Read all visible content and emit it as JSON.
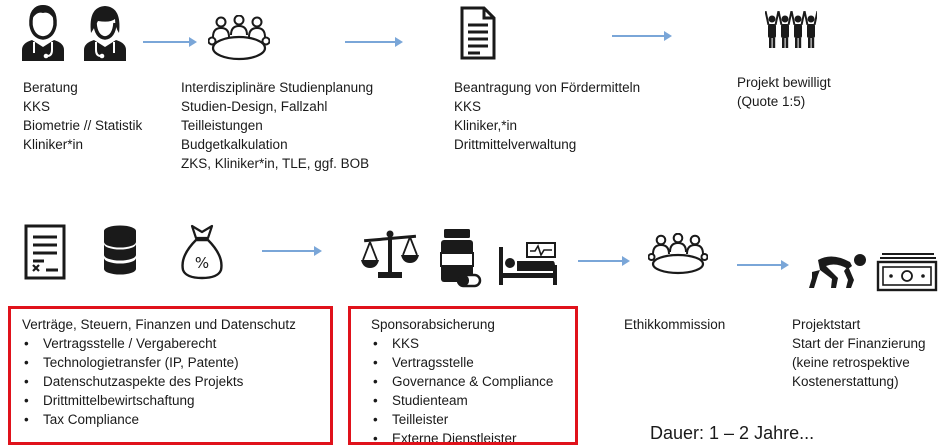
{
  "row1": {
    "beratung": {
      "lines": [
        "Beratung",
        "KKS",
        "Biometrie // Statistik",
        "Kliniker*in"
      ]
    },
    "planung": {
      "lines": [
        "Interdisziplinäre Studienplanung",
        "Studien-Design, Fallzahl",
        "Teilleistungen",
        "Budgetkalkulation",
        "ZKS, Kliniker*in, TLE, ggf. BOB"
      ]
    },
    "antrag": {
      "lines": [
        "Beantragung von Fördermitteln",
        "KKS",
        "Kliniker,*in",
        "Drittmittelverwaltung"
      ]
    },
    "bewilligt": {
      "lines": [
        "Projekt bewilligt",
        "(Quote 1:5)"
      ]
    }
  },
  "row2": {
    "vertraege": {
      "heading": "Verträge, Steuern, Finanzen und Datenschutz",
      "items": [
        "Vertragsstelle / Vergaberecht",
        "Technologietransfer (IP, Patente)",
        "Datenschutzaspekte des Projekts",
        "Drittmittelbewirtschaftung",
        "Tax Compliance"
      ]
    },
    "sponsor": {
      "heading": "Sponsorabsicherung",
      "items": [
        "KKS",
        "Vertragsstelle",
        "Governance & Compliance",
        "Studienteam",
        "Teilleister",
        "Externe Dienstleister"
      ]
    },
    "ethik": {
      "label": "Ethikkommission"
    },
    "start": {
      "lines": [
        "Projektstart",
        "Start der Finanzierung",
        "(keine retrospektive",
        "Kostenerstattung)"
      ]
    }
  },
  "duration": "Dauer: 1 – 2 Jahre...",
  "colors": {
    "arrow": "#7aa6d8",
    "box_border": "#e0121b",
    "icon": "#1a1a1a"
  },
  "icons": [
    "doctor-male-icon",
    "doctor-female-icon",
    "meeting-table-icon",
    "document-icon",
    "people-celebrating-icon",
    "contract-icon",
    "database-icon",
    "money-bag-icon",
    "scales-icon",
    "medicine-bottle-icon",
    "hospital-bed-icon",
    "meeting-group-icon",
    "runner-start-icon",
    "banknote-icon"
  ]
}
